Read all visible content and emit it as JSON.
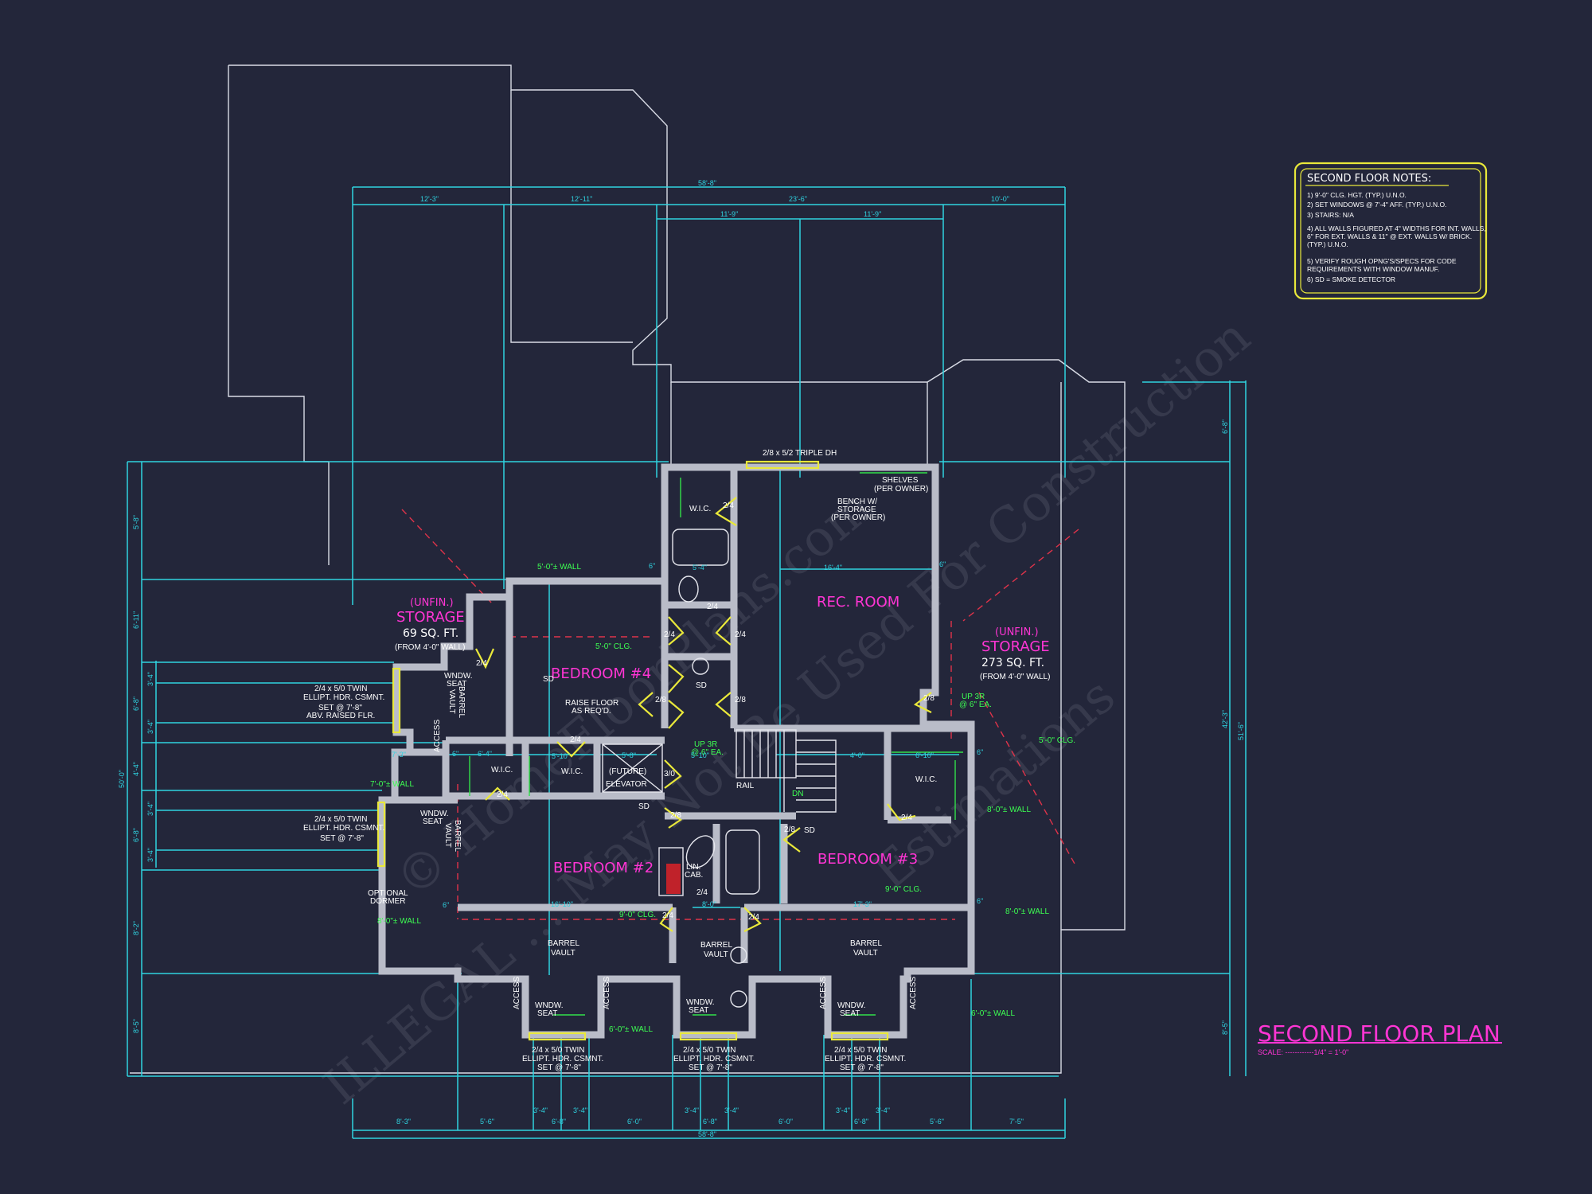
{
  "plan": {
    "title": "SECOND FLOOR PLAN",
    "scale": "SCALE: ------------1/4\" = 1'-0\""
  },
  "notes": {
    "heading": "SECOND FLOOR NOTES:",
    "items": [
      "1) 9'-0\" CLG. HGT. (TYP.) U.N.O.",
      "2) SET WINDOWS @ 7'-4\" AFF. (TYP.) U.N.O.",
      "3) STAIRS: N/A",
      "4) ALL WALLS FIGURED AT 4\" WIDTHS FOR INT. WALLS,",
      "   6\" FOR EXT. WALLS & 11\" @ EXT. WALLS W/ BRICK.",
      "   (TYP.) U.N.O.",
      "5) VERIFY ROUGH OPNG'S/SPECS FOR CODE",
      "   REQUIREMENTS WITH WINDOW MANUF.",
      "6) SD = SMOKE DETECTOR"
    ]
  },
  "rooms": {
    "rec_room": "REC. ROOM",
    "bedroom4": "BEDROOM #4",
    "bedroom2": "BEDROOM #2",
    "bedroom3": "BEDROOM #3",
    "storage_left_unfin": "(UNFIN.)",
    "storage_left": "STORAGE",
    "storage_left_area": "69 SQ. FT.",
    "storage_left_note": "(FROM 4'-0\" WALL)",
    "storage_right_unfin": "(UNFIN.)",
    "storage_right": "STORAGE",
    "storage_right_area": "273 SQ. FT.",
    "storage_right_note": "(FROM 4'-0\" WALL)"
  },
  "labels": {
    "triple_dh": "2/8 x 5/2 TRIPLE DH",
    "shelves_1": "SHELVES",
    "shelves_2": "(PER OWNER)",
    "bench_1": "BENCH W/",
    "bench_2": "STORAGE",
    "bench_3": "(PER OWNER)",
    "wic": "W.I.C.",
    "raise_floor_1": "RAISE FLOOR",
    "raise_floor_2": "AS REQ'D.",
    "future_1": "(FUTURE)",
    "future_2": "ELEVATOR",
    "rail": "RAIL",
    "dn": "DN",
    "lin_cab_1": "LIN.",
    "lin_cab_2": "CAB.",
    "barrel_vault_1": "BARREL",
    "barrel_vault_2": "VAULT",
    "wndw_seat_1": "WNDW.",
    "wndw_seat_2": "SEAT",
    "access": "ACCESS",
    "optional_1": "OPTIONAL",
    "optional_2": "DORMER",
    "twin_1": "2/4 x 5/0 TWIN",
    "twin_2": "ELLIPT. HDR. CSMNT.",
    "twin_3": "SET @ 7'-8\"",
    "twin_left_4": "ABV. RAISED FLR.",
    "sd": "SD",
    "up3r_1": "UP 3R",
    "up3r_2": "@ 6\" EA."
  },
  "green_notes": {
    "wall5": "5'-0\"± WALL",
    "clg5": "5'-0\" CLG.",
    "wall7": "7'-0\"± WALL",
    "wall8": "8'-0\"± WALL",
    "clg9": "9'-0\" CLG.",
    "wall6": "6'-0\"± WALL"
  },
  "doors": {
    "d24": "2/4",
    "d28": "2/8",
    "d30": "3/0"
  },
  "dimensions": {
    "top_overall": "58'-8\"",
    "top_a": "12'-3\"",
    "top_b": "12'-11\"",
    "top_c": "23'-6\"",
    "top_d": "10'-0\"",
    "top_e": "11'-9\"",
    "top_f": "11'-9\"",
    "bottom_overall": "58'-8\"",
    "bottom_a": "8'-3\"",
    "bottom_b": "5'-6\"",
    "bottom_c": "3'-4\"",
    "bottom_d": "3'-4\"",
    "bottom_e": "6'-8\"",
    "bottom_f": "6'-0\"",
    "bottom_g": "3'-4\"",
    "bottom_h": "3'-4\"",
    "bottom_i": "6'-8\"",
    "bottom_j": "6'-0\"",
    "bottom_k": "3'-4\"",
    "bottom_l": "3'-4\"",
    "bottom_m": "6'-8\"",
    "bottom_n": "5'-6\"",
    "bottom_o": "7'-5\"",
    "left_overall": "50'-0\"",
    "left_a": "5'-8\"",
    "left_b": "6'-11\"",
    "left_c": "3'-4\"",
    "left_d": "6'-8\"",
    "left_e": "3'-4\"",
    "left_f": "4'-4\"",
    "left_g": "3'-4\"",
    "left_h": "6'-8\"",
    "left_i": "3'-4\"",
    "left_j": "8'-2\"",
    "left_k": "8'-5\"",
    "right_overall": "51'-6\"",
    "right_a": "42'-3\"",
    "right_b": "6'-8\"",
    "right_c": "8'-5\"",
    "int_a": "16'-4\"",
    "int_b": "5'-4\"",
    "int_c": "6'-4\"",
    "int_d": "5'-10\"",
    "int_e": "5'-8\"",
    "int_f": "5'-10\"",
    "int_g": "4'-0\"",
    "int_h": "6'-10\"",
    "int_i": "16'-10\"",
    "int_j": "8'-0\"",
    "int_k": "17'-3\"",
    "int_l": "7'-3\"",
    "int_m": "6\""
  },
  "watermark": {
    "line1": "© HomeFloorPlans.com",
    "line2": "ILLEGAL ... May Not Be Used For Construction",
    "line3": "Estimations"
  }
}
